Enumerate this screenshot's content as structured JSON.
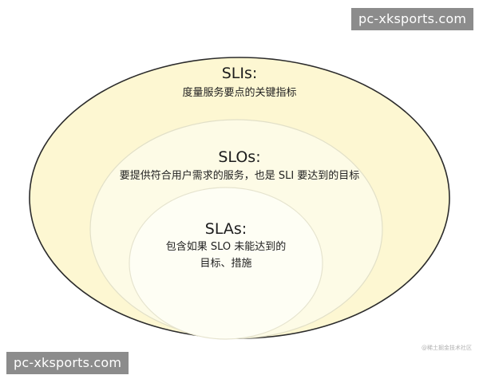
{
  "diagram": {
    "outer": {
      "title": "SLIs:",
      "description": "度量服务要点的关键指标",
      "fill": "#fdf7d2",
      "stroke": "#2b2b2b"
    },
    "middle": {
      "title": "SLOs:",
      "description": "要提供符合用户需求的服务，也是 SLI 要达到的目标",
      "fill": "#fdfbe6",
      "stroke": "#e2e0c8"
    },
    "inner": {
      "title": "SLAs:",
      "description_line1": "包含如果 SLO 未能达到的",
      "description_line2": "目标、措施",
      "fill": "#fefef4",
      "stroke": "#e6e4cf"
    }
  },
  "watermarks": {
    "top": "pc-xksports.com",
    "bottom": "pc-xksports.com"
  },
  "source_tag": "@稀土掘金技术社区"
}
